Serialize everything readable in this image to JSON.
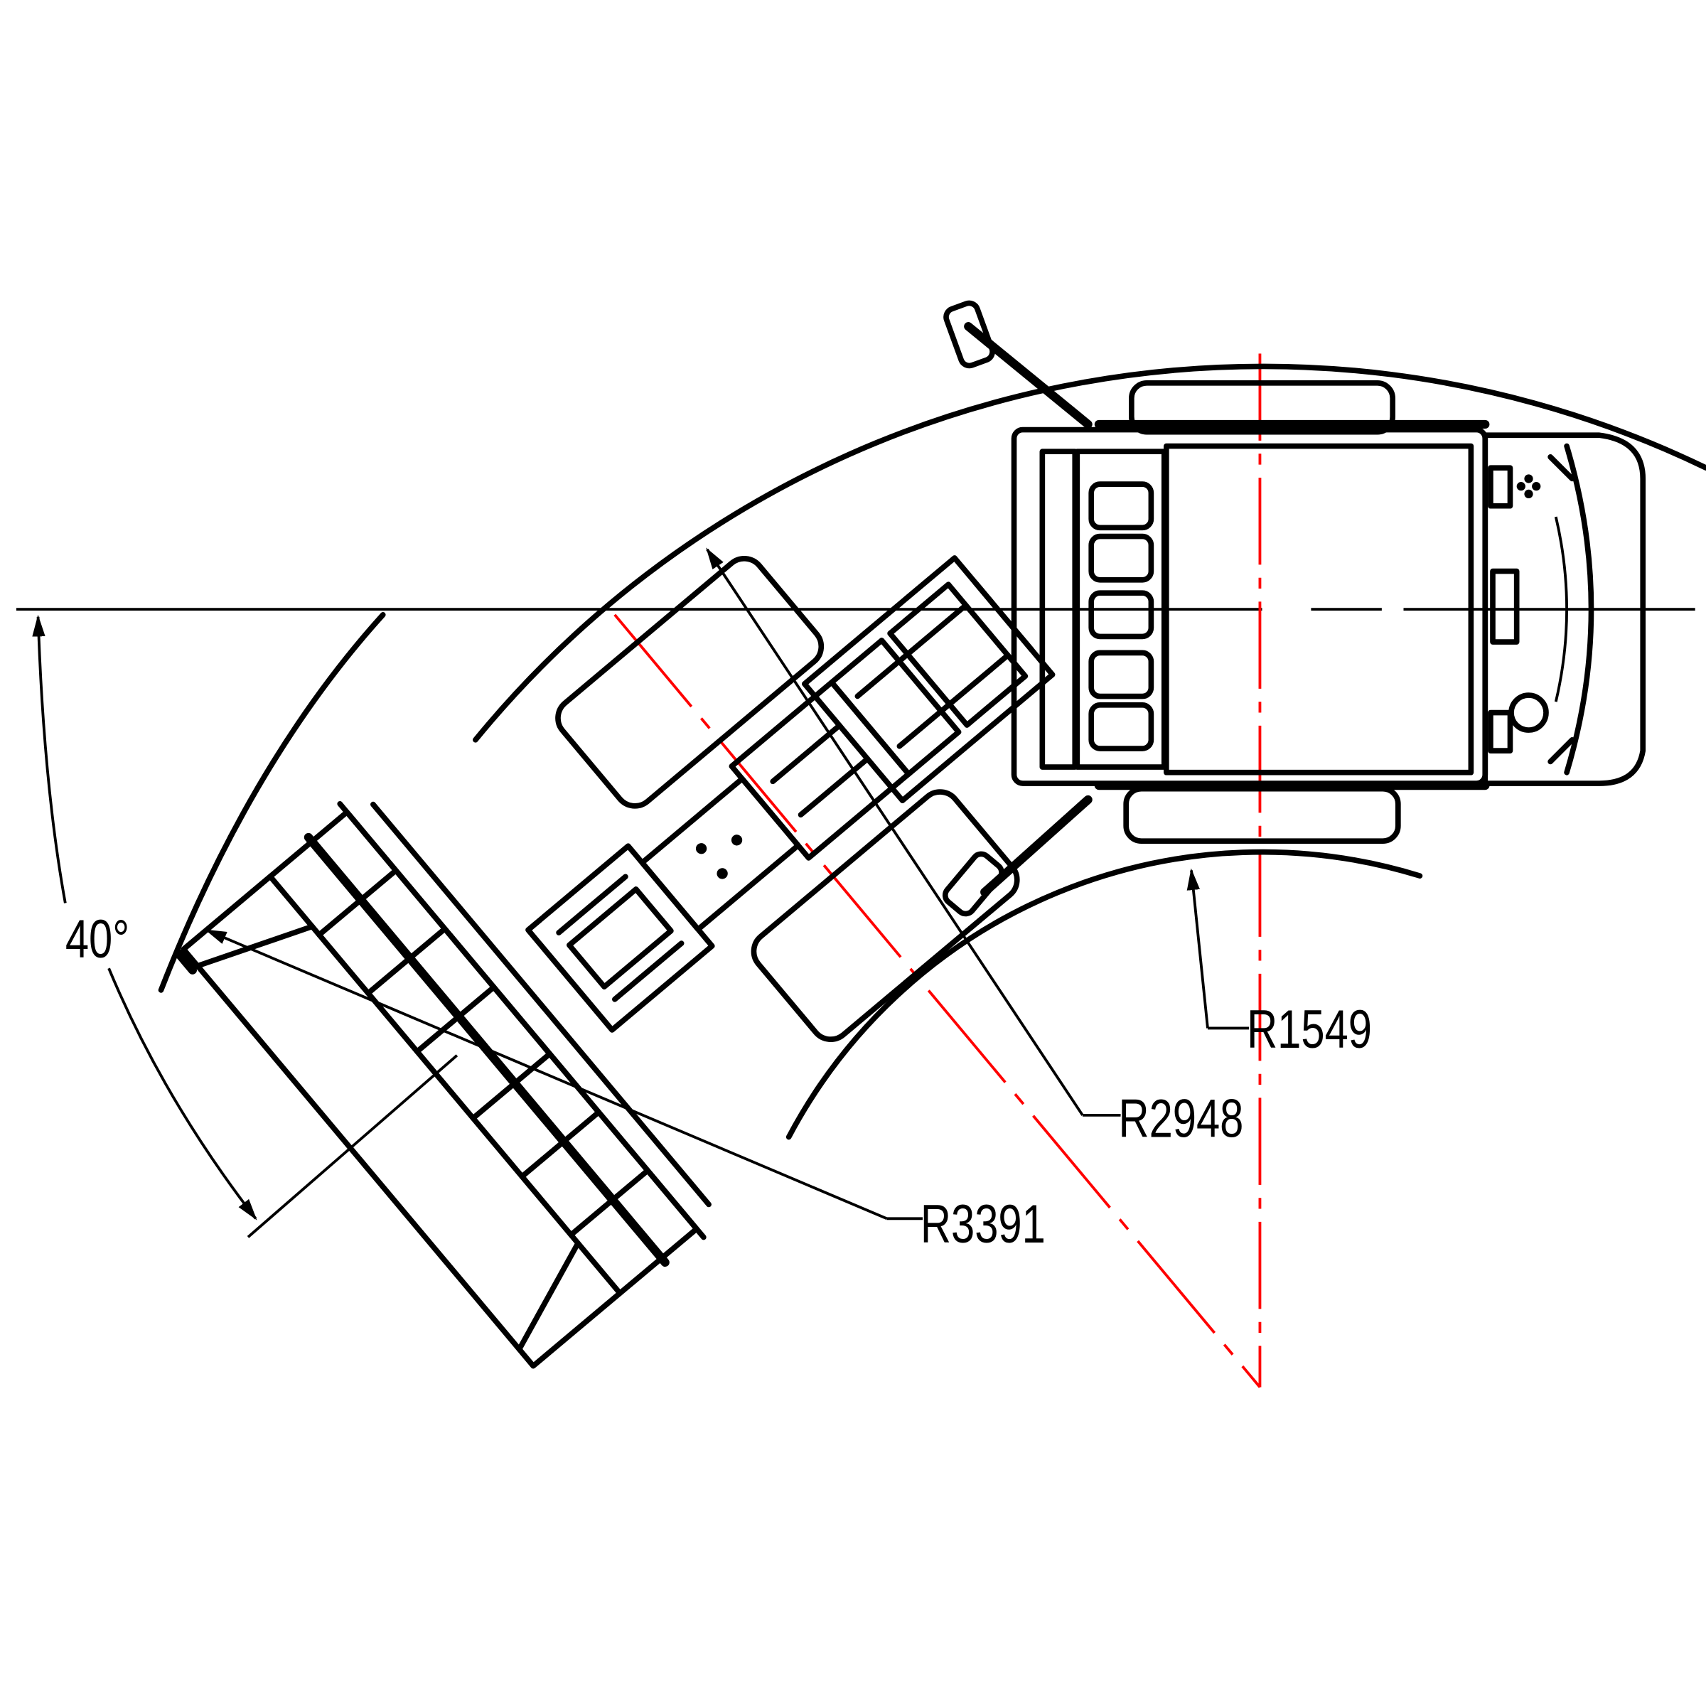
{
  "drawing": {
    "title": "Articulated loader turning radius plan view",
    "angle_label": "40°",
    "radius_labels": {
      "inner": "R1549",
      "middle": "R2948",
      "outer": "R3391"
    },
    "articulation_angle_deg": 40,
    "colors": {
      "linework": "#000000",
      "centerline": "#ff0000",
      "background": "#ffffff"
    }
  }
}
